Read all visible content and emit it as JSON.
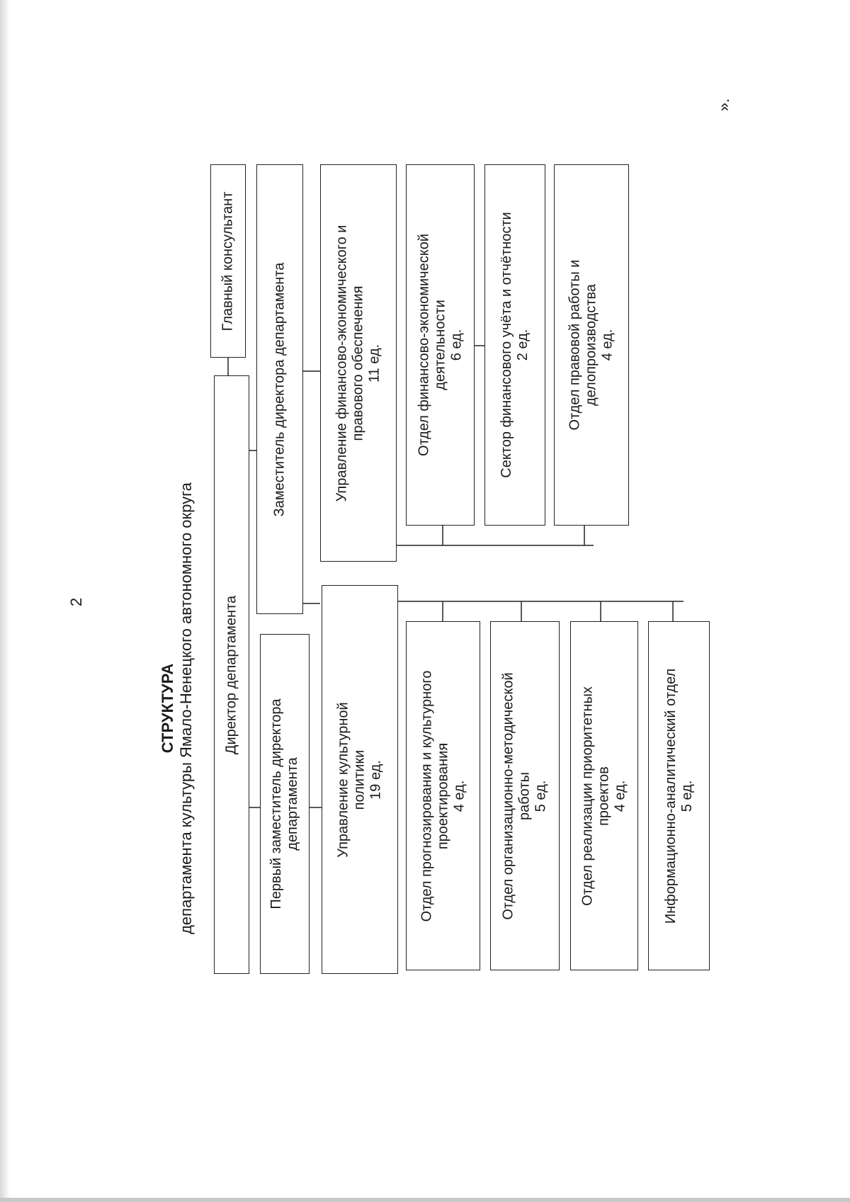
{
  "page_number": "2",
  "trailing_mark": "».",
  "title": {
    "line1": "СТРУКТУРА",
    "line2": "департамента культуры Ямало-Ненецкого автономного округа"
  },
  "nodes": {
    "director": {
      "lines": [
        "Директор департамента"
      ]
    },
    "chief_consultant": {
      "lines": [
        "Главный консультант"
      ]
    },
    "first_deputy": {
      "lines": [
        "Первый заместитель директора",
        "департамента"
      ]
    },
    "deputy": {
      "lines": [
        "Заместитель директора департамента"
      ]
    },
    "cultural_policy": {
      "lines": [
        "Управление культурной",
        "политики",
        "19 ед."
      ]
    },
    "finance_legal": {
      "lines": [
        "Управление финансово-экономического и",
        "правового обеспечения",
        "11 ед."
      ]
    },
    "forecasting": {
      "lines": [
        "Отдел прогнозирования и культурного",
        "проектирования",
        "4 ед."
      ]
    },
    "org_method": {
      "lines": [
        "Отдел организационно-методической",
        "работы",
        "5 ед."
      ]
    },
    "priority_projects": {
      "lines": [
        "Отдел реализации приоритетных",
        "проектов",
        "4 ед."
      ]
    },
    "info_analytic": {
      "lines": [
        "Информационно-аналитический отдел",
        "5 ед."
      ]
    },
    "fin_econ": {
      "lines": [
        "Отдел финансово-экономической",
        "деятельности",
        "6 ед."
      ]
    },
    "fin_accounting": {
      "lines": [
        "Сектор финансового учёта и отчётности",
        "2 ед."
      ]
    },
    "legal_records": {
      "lines": [
        "Отдел правовой работы и",
        "делопроизводства",
        "4 ед."
      ]
    }
  }
}
